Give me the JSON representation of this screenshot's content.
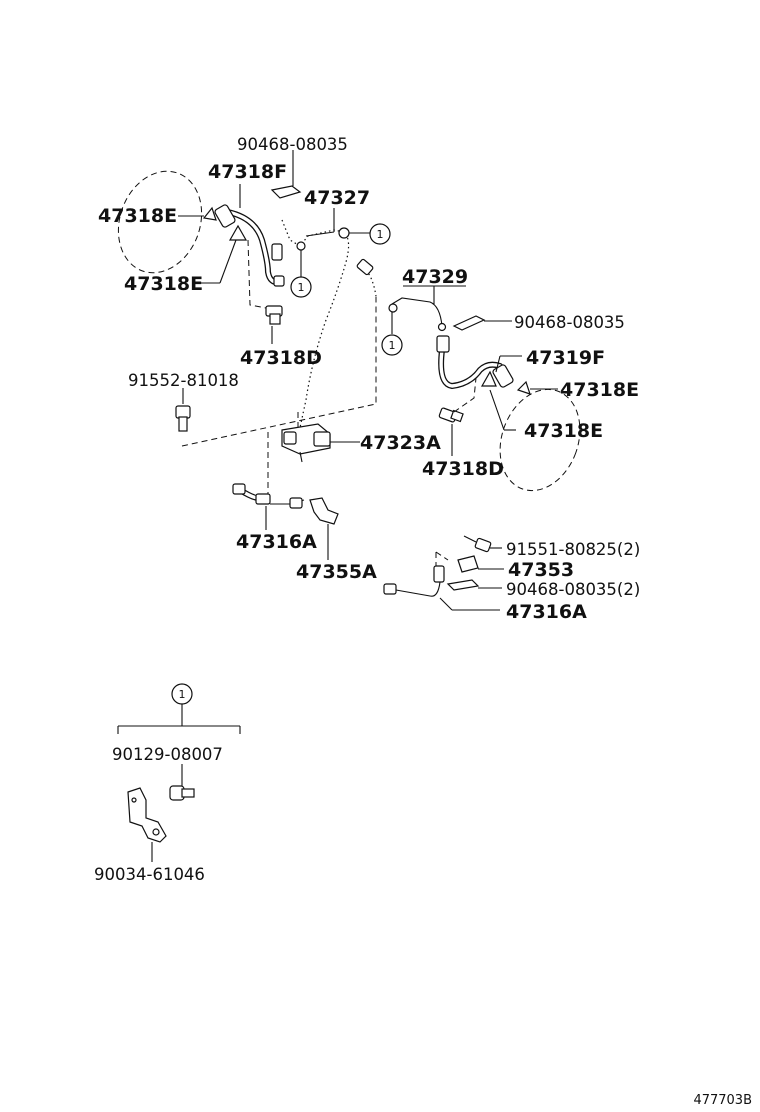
{
  "labels": {
    "p90468_08035_a": "90468-08035",
    "p47318F": "47318F",
    "p47327": "47327",
    "p47318E_a": "47318E",
    "p47318E_b": "47318E",
    "p47318D_a": "47318D",
    "p47329": "47329",
    "p90468_08035_b": "90468-08035",
    "p91552_81018": "91552-81018",
    "p47319F": "47319F",
    "p47318E_c": "47318E",
    "p47318E_d": "47318E",
    "p47323A": "47323A",
    "p47318D_b": "47318D",
    "p47316A_a": "47316A",
    "p91551_80825": "91551-80825(2)",
    "p47353": "47353",
    "p47355A": "47355A",
    "p90468_08035_c": "90468-08035(2)",
    "p47316A_b": "47316A",
    "p90129_08007": "90129-08007",
    "p90034_61046": "90034-61046"
  },
  "callouts": {
    "c1": "1",
    "c2": "1",
    "c3": "1",
    "c4": "1"
  },
  "diagram_code": "477703B"
}
